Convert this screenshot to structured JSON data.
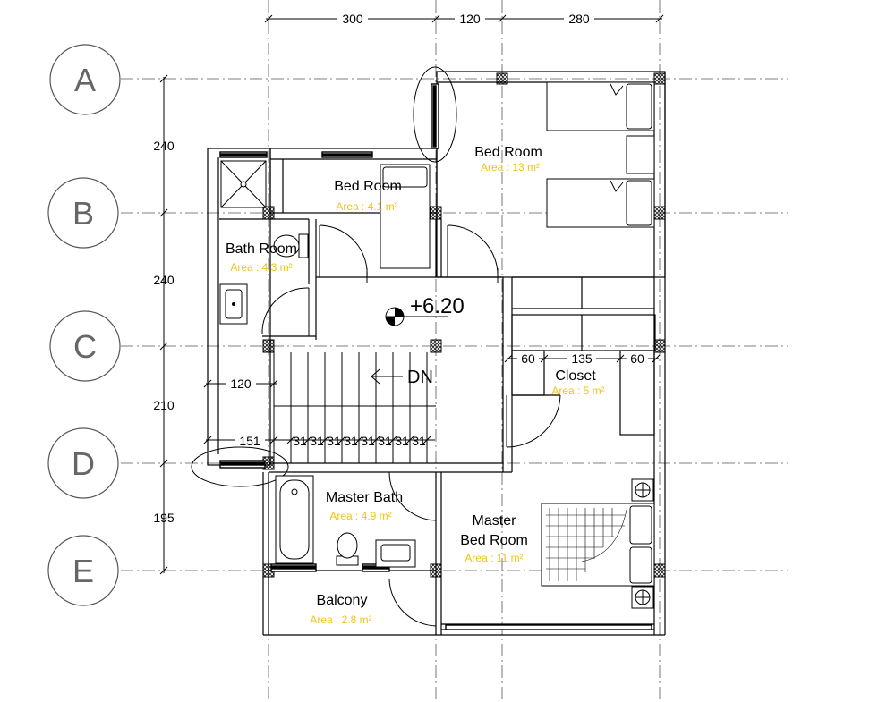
{
  "grid": {
    "rows": [
      "A",
      "B",
      "C",
      "D",
      "E"
    ],
    "top_dims": [
      "300",
      "120",
      "280"
    ],
    "left_dims": [
      "240",
      "240",
      "210",
      "195"
    ]
  },
  "rooms": {
    "bed1": {
      "name": "Bed Room",
      "area": "Area : 13 m²"
    },
    "bed2": {
      "name": "Bed Room",
      "area": "Area : 4.1 m²"
    },
    "bath": {
      "name": "Bath Room",
      "area": "Area : 4.3 m²"
    },
    "closet": {
      "name": "Closet",
      "area": "Area : 5 m²"
    },
    "master_bath": {
      "name": "Master Bath",
      "area": "Area : 4.9 m²"
    },
    "master_bed": {
      "name_line1": "Master",
      "name_line2": "Bed Room",
      "area": "Area : 11 m²"
    },
    "balcony": {
      "name": "Balcony",
      "area": "Area : 2.8 m²"
    }
  },
  "level": "+6.20",
  "stair": {
    "label": "DN",
    "dims": [
      "151",
      "31",
      "31",
      "31",
      "31",
      "31",
      "31",
      "31",
      "31"
    ],
    "width": "120"
  },
  "closet_dims": [
    "60",
    "135",
    "60"
  ],
  "colors": {
    "line": "#000000",
    "grid": "#555555",
    "area": "#f2c21b"
  }
}
